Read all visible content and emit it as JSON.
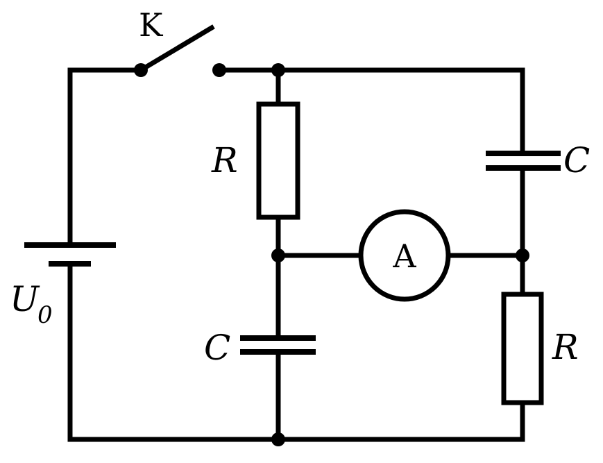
{
  "labels": {
    "switch": "K",
    "resistor_top": "R",
    "resistor_bottom": "R",
    "capacitor_top": "C",
    "capacitor_bottom": "C",
    "ammeter": "A",
    "source_main": "U",
    "source_sub": "0"
  }
}
